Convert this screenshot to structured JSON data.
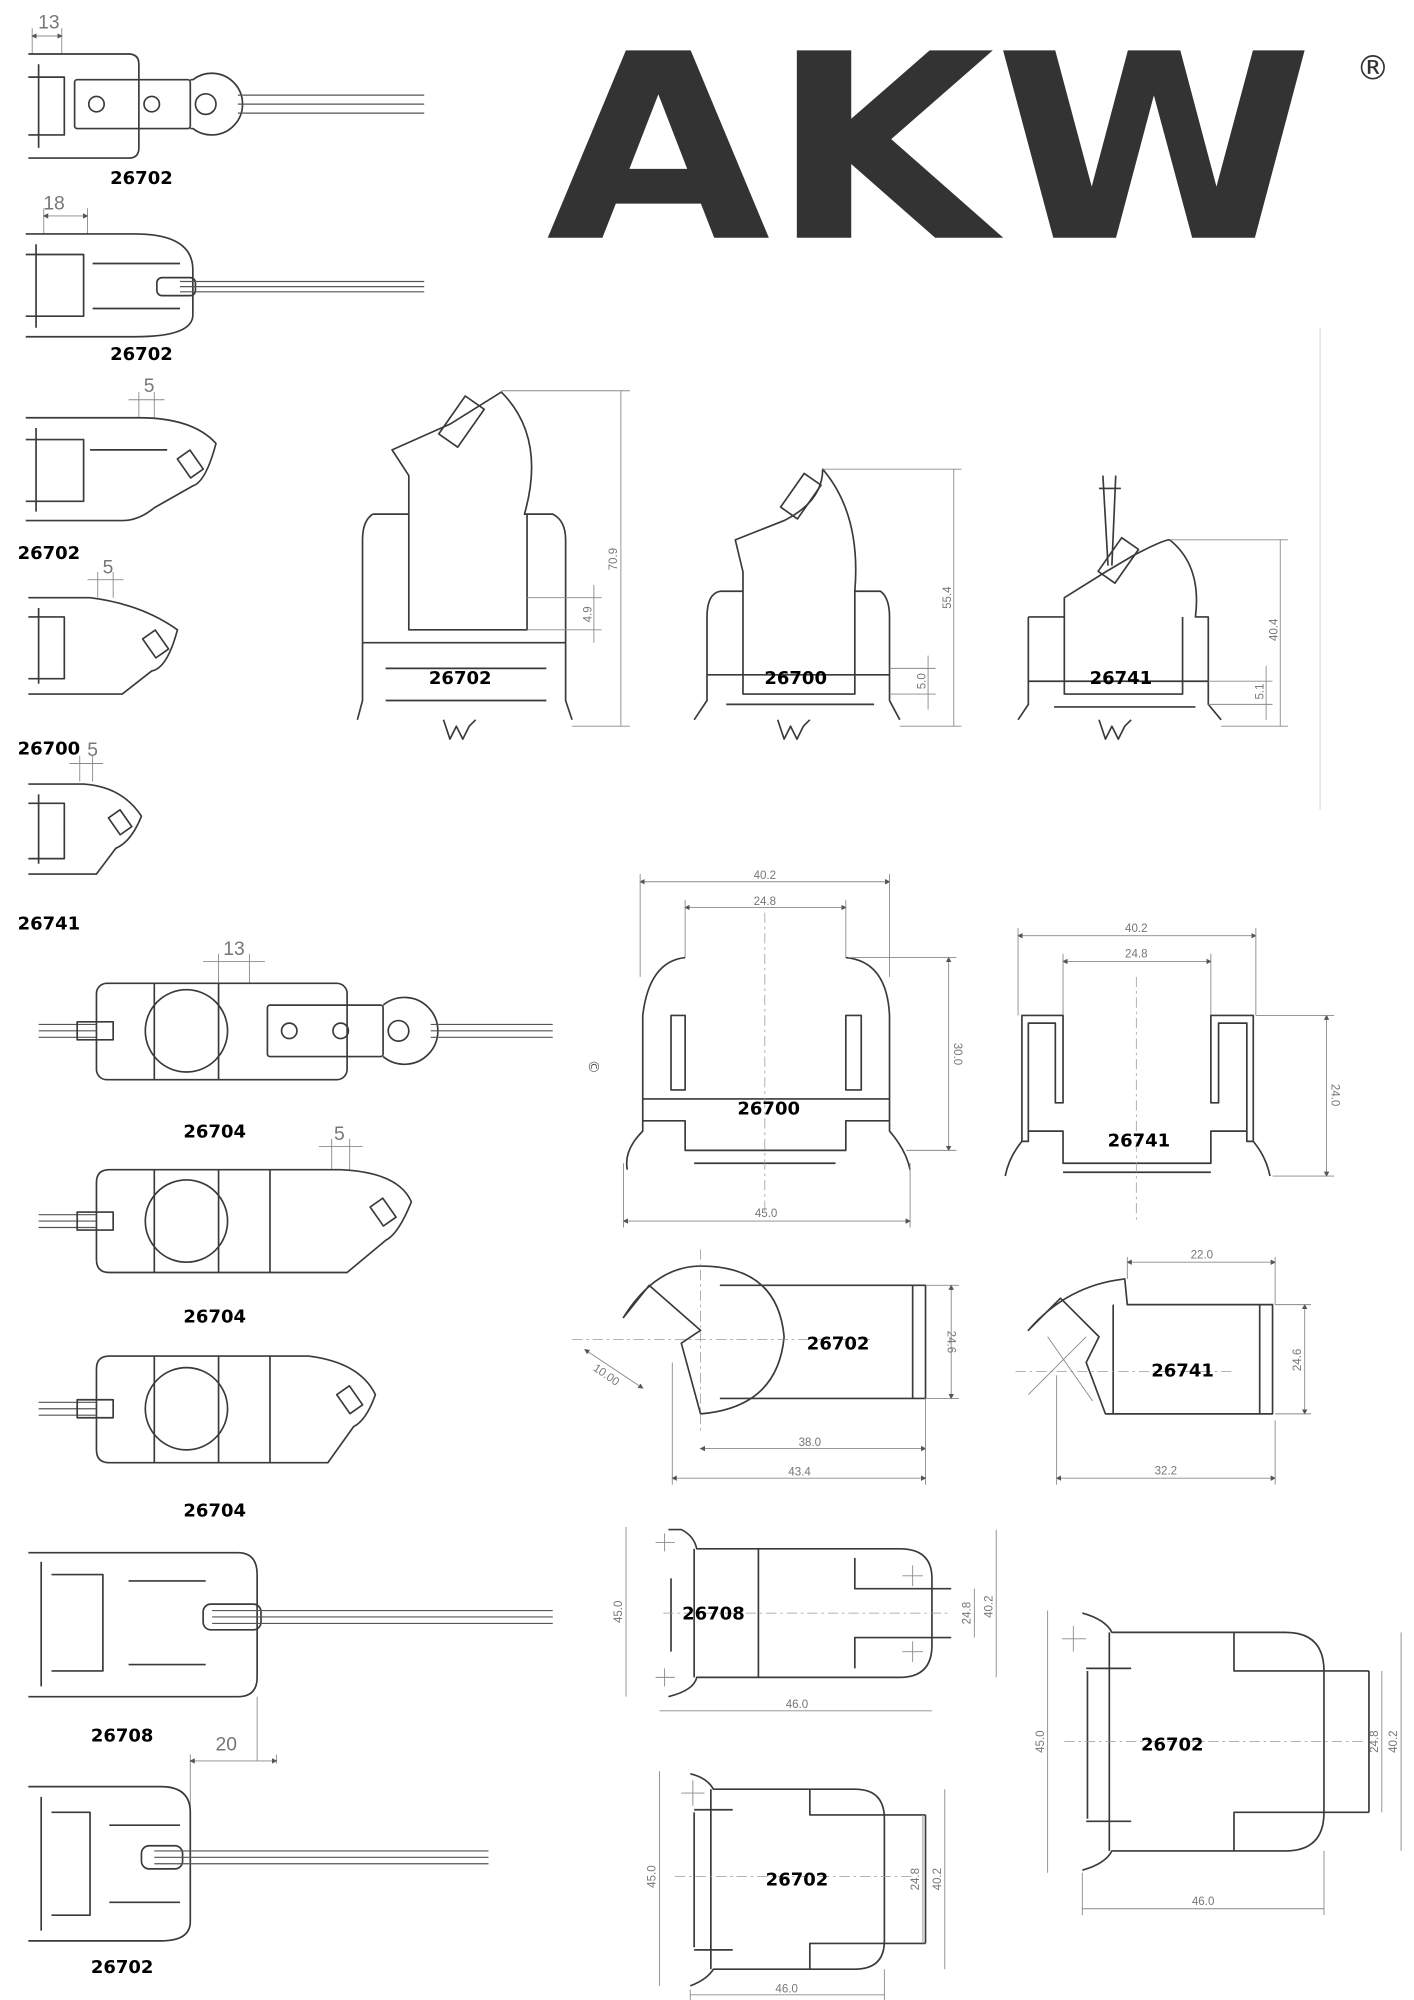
{
  "brand": {
    "name": "AKW",
    "registered_mark": "®",
    "color": "#333333"
  },
  "left_column": [
    {
      "label": "26702",
      "dim": "13"
    },
    {
      "label": "26702",
      "dim": "18"
    },
    {
      "label": "26702",
      "dim": "5"
    },
    {
      "label": "26700",
      "dim": "5"
    },
    {
      "label": "26741",
      "dim": "5"
    }
  ],
  "double_sided": [
    {
      "label": "26704",
      "dim": "13"
    },
    {
      "label": "26704",
      "dim": "5"
    },
    {
      "label": "26704"
    }
  ],
  "bottom_left": [
    {
      "label": "26708"
    },
    {
      "label": "26702",
      "dim": "20"
    }
  ],
  "angled_profiles": [
    {
      "label": "26702",
      "height": "70.9",
      "gap": "4.9"
    },
    {
      "label": "26700",
      "height": "55.4",
      "gap": "5.0"
    },
    {
      "label": "26741",
      "height": "40.4",
      "gap": "5.1"
    }
  ],
  "section_26700": {
    "label": "26700",
    "outer_width": "40.2",
    "inner_width": "24.8",
    "height": "30.0",
    "base_width": "45.0",
    "mark": "©"
  },
  "section_26741": {
    "label": "26741",
    "outer_width": "40.2",
    "inner_width": "24.8",
    "height": "24.0"
  },
  "round_26702": {
    "label": "26702",
    "diameter": "10.00",
    "height": "24.6",
    "inner_length": "38.0",
    "length": "43.4"
  },
  "round_26741": {
    "label": "26741",
    "top": "22.0",
    "height": "24.6",
    "length": "32.2"
  },
  "section_26708": {
    "label": "26708",
    "height": "45.0",
    "inner": "24.8",
    "outer": "40.2",
    "width": "46.0"
  },
  "section_26702_large": {
    "label": "26702",
    "height": "45.0",
    "inner": "24.8",
    "outer": "40.2",
    "width": "46.0"
  },
  "section_26702_small": {
    "label": "26702",
    "height": "45.0",
    "inner": "24.8",
    "outer": "40.2",
    "width": "46.0"
  }
}
